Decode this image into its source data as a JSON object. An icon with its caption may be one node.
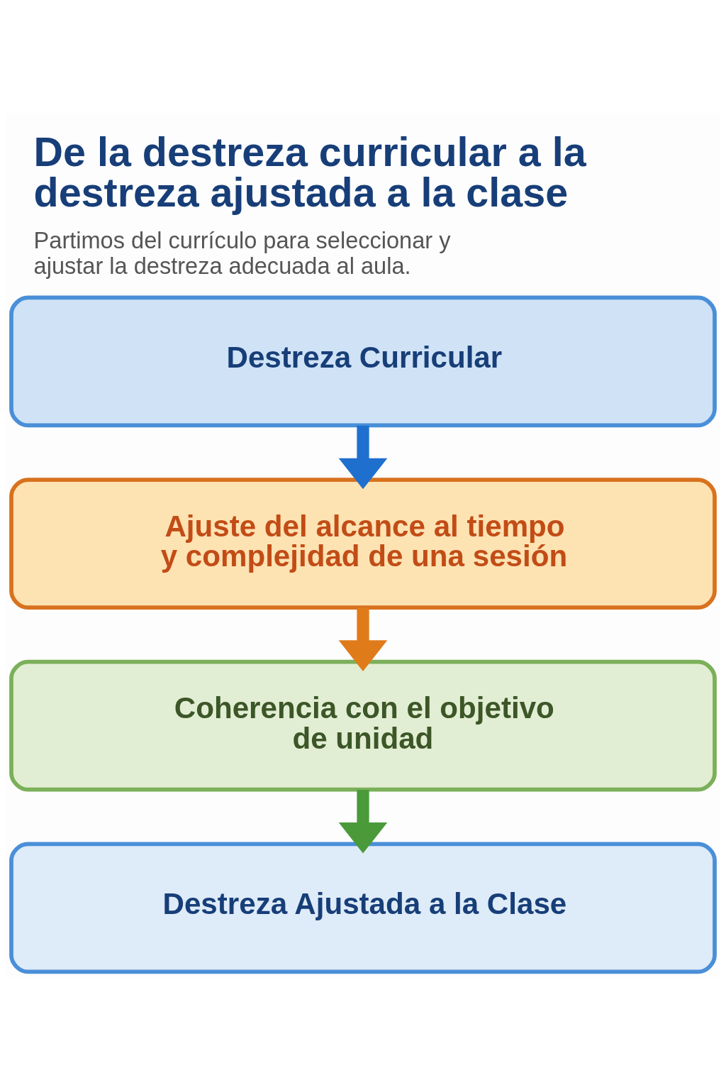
{
  "diagram": {
    "title": "De la destreza curricular a la destreza ajustada a la clase",
    "caption": "Partimos del currículo para seleccionar y ajustar la destreza adecuada al aula.",
    "nodes": [
      {
        "text": [
          "Destreza Curricular"
        ]
      },
      {
        "text": [
          "Ajuste del alcance al tiempo y complejidad de una sesión"
        ]
      },
      {
        "text": [
          "Coherencia con el objetivo de unidad"
        ]
      },
      {
        "text": [
          "Destreza Ajustada a la Clase"
        ]
      }
    ],
    "edges": [
      {
        "from": 0,
        "to": 1,
        "arrow": "to",
        "color": "#1f6fcf"
      },
      {
        "from": 1,
        "to": 2,
        "arrow": "to",
        "color": "#e07b1a"
      },
      {
        "from": 2,
        "to": 3,
        "arrow": "to",
        "color": "#4a9a3a"
      }
    ]
  }
}
